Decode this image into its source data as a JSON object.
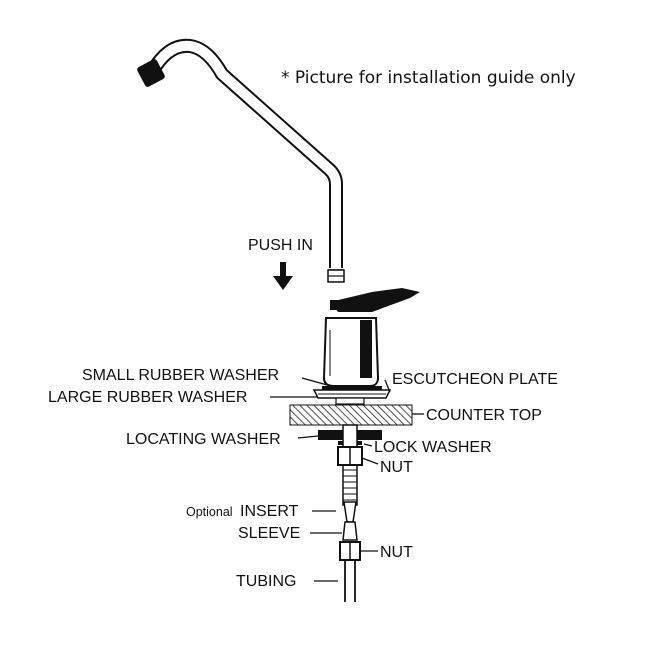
{
  "note": "* Picture for installation guide only",
  "labels": {
    "push_in": "PUSH IN",
    "small_rubber_washer": "SMALL RUBBER WASHER",
    "large_rubber_washer": "LARGE RUBBER WASHER",
    "escutcheon_plate": "ESCUTCHEON PLATE",
    "counter_top": "COUNTER TOP",
    "locating_washer": "LOCATING WASHER",
    "lock_washer": "LOCK WASHER",
    "nut_upper": "NUT",
    "optional": "Optional",
    "insert": "INSERT",
    "sleeve": "SLEEVE",
    "nut_lower": "NUT",
    "tubing": "TUBING"
  }
}
